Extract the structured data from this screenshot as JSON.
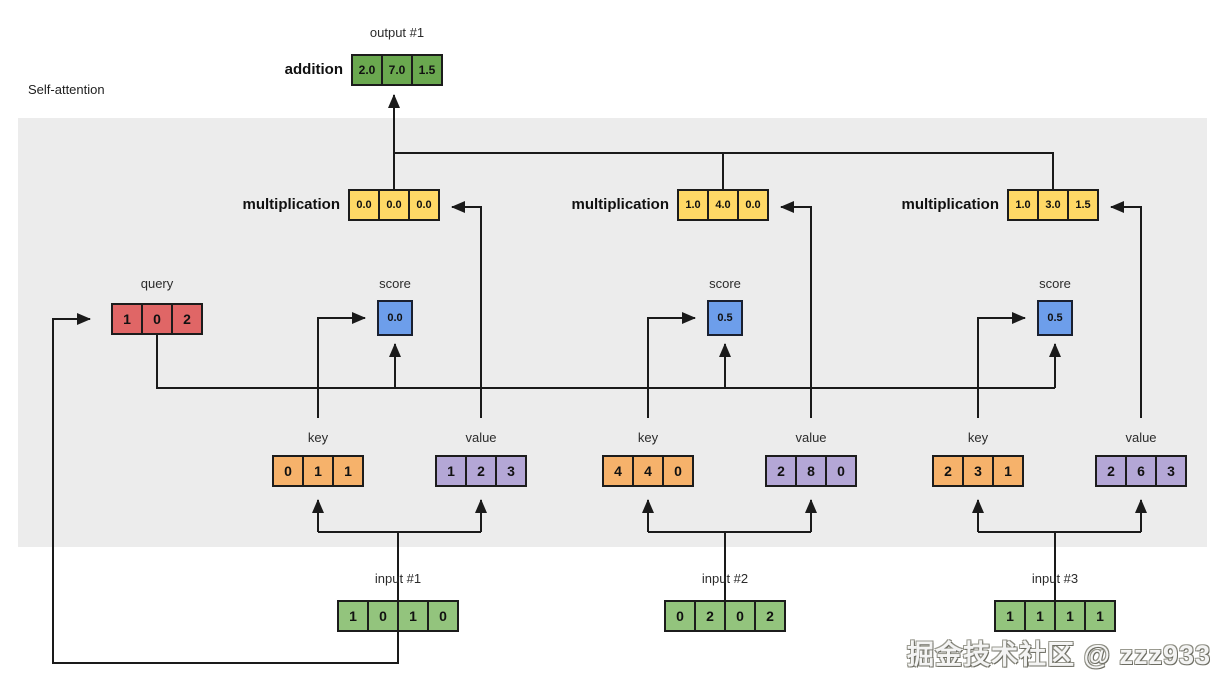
{
  "page": {
    "corner_title": "Self-attention",
    "watermark": "掘金技术社区 @ zzz933"
  },
  "colors": {
    "band_background": "#ececec",
    "output_green": "#6aa84f",
    "input_green": "#93c47d",
    "multiplication_yellow": "#ffd966",
    "score_blue": "#6d9eeb",
    "query_red": "#e06666",
    "key_orange": "#f6b26b",
    "value_purple": "#b4a7d6",
    "line_black": "#1a1a1a"
  },
  "diagram": {
    "output": {
      "label": "output #1",
      "op_label": "addition",
      "cells": [
        "2.0",
        "7.0",
        "1.5"
      ]
    },
    "multiplications": [
      {
        "op_label": "multiplication",
        "cells": [
          "0.0",
          "0.0",
          "0.0"
        ]
      },
      {
        "op_label": "multiplication",
        "cells": [
          "1.0",
          "4.0",
          "0.0"
        ]
      },
      {
        "op_label": "multiplication",
        "cells": [
          "1.0",
          "3.0",
          "1.5"
        ]
      }
    ],
    "query": {
      "label": "query",
      "cells": [
        "1",
        "0",
        "2"
      ]
    },
    "scores": [
      {
        "label": "score",
        "value": "0.0"
      },
      {
        "label": "score",
        "value": "0.5"
      },
      {
        "label": "score",
        "value": "0.5"
      }
    ],
    "keys": [
      {
        "label": "key",
        "cells": [
          "0",
          "1",
          "1"
        ]
      },
      {
        "label": "key",
        "cells": [
          "4",
          "4",
          "0"
        ]
      },
      {
        "label": "key",
        "cells": [
          "2",
          "3",
          "1"
        ]
      }
    ],
    "values": [
      {
        "label": "value",
        "cells": [
          "1",
          "2",
          "3"
        ]
      },
      {
        "label": "value",
        "cells": [
          "2",
          "8",
          "0"
        ]
      },
      {
        "label": "value",
        "cells": [
          "2",
          "6",
          "3"
        ]
      }
    ],
    "inputs": [
      {
        "label": "input #1",
        "cells": [
          "1",
          "0",
          "1",
          "0"
        ]
      },
      {
        "label": "input #2",
        "cells": [
          "0",
          "2",
          "0",
          "2"
        ]
      },
      {
        "label": "input #3",
        "cells": [
          "1",
          "1",
          "1",
          "1"
        ]
      }
    ]
  }
}
